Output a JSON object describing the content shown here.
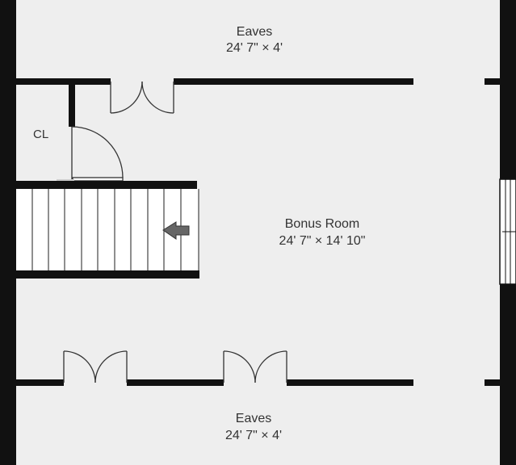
{
  "rooms": {
    "eaves_top": {
      "name": "Eaves",
      "dimensions": "24' 7\" × 4'"
    },
    "bonus_room": {
      "name": "Bonus Room",
      "dimensions": "24' 7\" × 14' 10\""
    },
    "eaves_bottom": {
      "name": "Eaves",
      "dimensions": "24' 7\" × 4'"
    },
    "closet": {
      "name": "CL"
    }
  },
  "colors": {
    "floor": "#eeeeee",
    "wall": "#111111",
    "stair_line": "#444444",
    "arrow": "#666666"
  },
  "icons": {
    "stair_direction": "arrow-left-icon"
  }
}
